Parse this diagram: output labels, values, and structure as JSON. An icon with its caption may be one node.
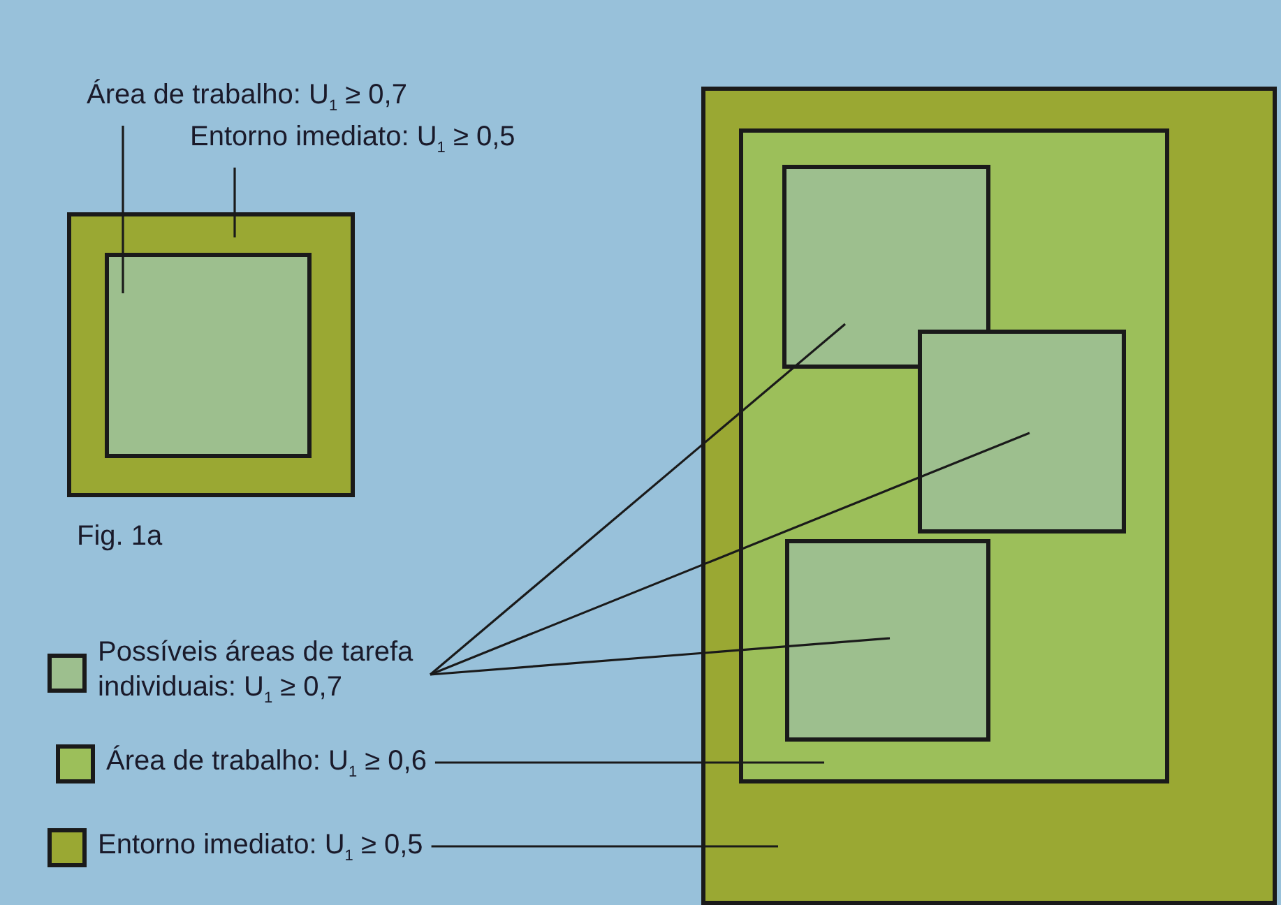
{
  "diagram": {
    "nodes": [
      {
        "text": [
          "Área de trabalho: U$_{1}$ ≥ 0,7"
        ]
      },
      {
        "text": [
          "Entorno imediato: U$_{1}$ ≥ 0,5"
        ]
      },
      {
        "text": [],
        "shape": "box"
      },
      {
        "text": [],
        "shape": "box",
        "in": 2
      },
      {
        "text": [
          "Possíveis áreas de tarefa individuais: U$_{1}$ ≥ 0,7"
        ]
      },
      {
        "text": [
          "Área de trabalho: U$_{1}$ ≥ 0,6"
        ]
      },
      {
        "text": [
          "Entorno imediato: U$_{1}$ ≥ 0,5"
        ]
      },
      {
        "text": [],
        "shape": "box"
      },
      {
        "text": [],
        "shape": "box",
        "in": 7
      },
      {
        "text": [],
        "shape": "box",
        "in": 8
      },
      {
        "text": [],
        "shape": "box",
        "in": 8
      },
      {
        "text": [],
        "shape": "box",
        "in": 8
      }
    ],
    "edges": [
      {
        "from": 0,
        "to": 3,
        "arrow": "none"
      },
      {
        "from": 1,
        "to": 2,
        "arrow": "none"
      },
      {
        "from": 4,
        "to": 9,
        "arrow": "none"
      },
      {
        "from": 4,
        "to": 10,
        "arrow": "none"
      },
      {
        "from": 4,
        "to": 11,
        "arrow": "none"
      },
      {
        "from": 5,
        "to": 8,
        "arrow": "none"
      },
      {
        "from": 6,
        "to": 7,
        "arrow": "none"
      }
    ],
    "labels": [
      "Fig. 1a"
    ]
  }
}
